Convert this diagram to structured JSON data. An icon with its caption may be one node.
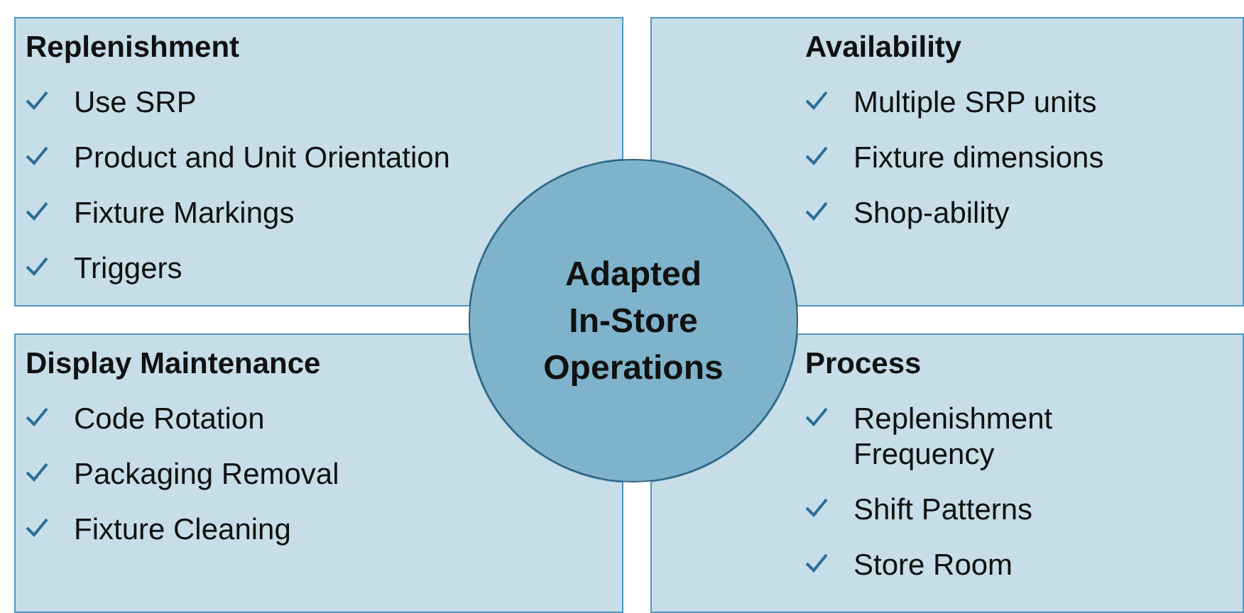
{
  "diagram": {
    "nodes": [
      {
        "text": [
          "Replenishment",
          "Use SRP",
          "Product and Unit Orientation",
          "Fixture Markings",
          "Triggers"
        ]
      },
      {
        "text": [
          "Availability",
          "Multiple SRP units",
          "Fixture dimensions",
          "Shop-ability"
        ]
      },
      {
        "text": [
          "Adapted In-Store Operations"
        ]
      },
      {
        "text": [
          "Display Maintenance",
          "Code Rotation",
          "Packaging Removal",
          "Fixture Cleaning"
        ]
      },
      {
        "text": [
          "Process",
          "Replenishment Frequency",
          "Shift Patterns",
          "Store Room"
        ]
      }
    ]
  }
}
